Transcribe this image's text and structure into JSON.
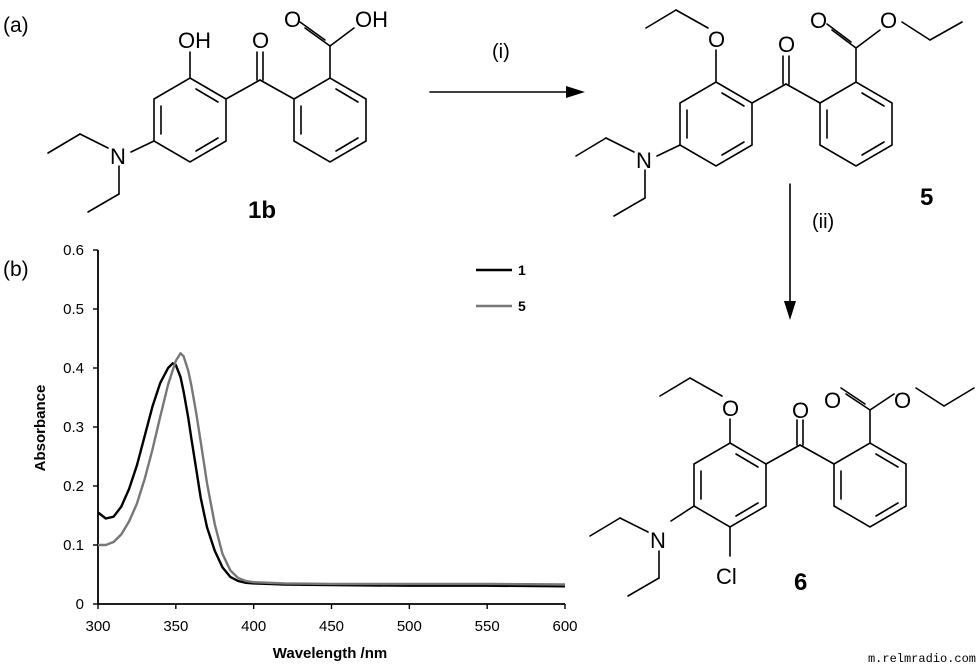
{
  "panels": {
    "a": "(a)",
    "b": "(b)"
  },
  "compounds": {
    "c1b": "1b",
    "c5": "5",
    "c6": "6"
  },
  "atoms": {
    "oh": "OH",
    "o": "O",
    "n": "N",
    "cl": "Cl"
  },
  "steps": {
    "i": "(i)",
    "ii": "(ii)"
  },
  "watermark": "m.relmradio.com",
  "chart_data": {
    "type": "line",
    "xlabel": "Wavelength /nm",
    "ylabel": "Absorbance",
    "xlim": [
      300,
      600
    ],
    "ylim": [
      0,
      0.6
    ],
    "xticks": [
      "300",
      "350",
      "400",
      "450",
      "500",
      "550",
      "600"
    ],
    "yticks": [
      "0",
      "0.1",
      "0.2",
      "0.3",
      "0.4",
      "0.5",
      "0.6"
    ],
    "legend_position": "top-right",
    "series": [
      {
        "name": "1",
        "color": "#000000",
        "x": [
          300,
          305,
          310,
          315,
          320,
          325,
          330,
          335,
          340,
          345,
          348,
          350,
          353,
          355,
          358,
          360,
          363,
          366,
          370,
          375,
          380,
          385,
          390,
          395,
          400,
          410,
          420,
          450,
          500,
          550,
          600
        ],
        "y": [
          0.155,
          0.145,
          0.148,
          0.165,
          0.195,
          0.235,
          0.285,
          0.335,
          0.375,
          0.4,
          0.408,
          0.405,
          0.385,
          0.36,
          0.315,
          0.28,
          0.23,
          0.18,
          0.13,
          0.09,
          0.062,
          0.046,
          0.039,
          0.036,
          0.035,
          0.034,
          0.033,
          0.032,
          0.031,
          0.031,
          0.03
        ]
      },
      {
        "name": "5",
        "color": "#777777",
        "x": [
          300,
          305,
          310,
          315,
          320,
          325,
          330,
          335,
          340,
          345,
          350,
          353,
          355,
          358,
          360,
          363,
          366,
          370,
          375,
          380,
          385,
          390,
          395,
          400,
          410,
          420,
          450,
          500,
          550,
          600
        ],
        "y": [
          0.1,
          0.1,
          0.105,
          0.118,
          0.14,
          0.17,
          0.212,
          0.262,
          0.318,
          0.372,
          0.412,
          0.425,
          0.42,
          0.395,
          0.37,
          0.325,
          0.275,
          0.205,
          0.135,
          0.085,
          0.057,
          0.044,
          0.039,
          0.037,
          0.036,
          0.035,
          0.034,
          0.034,
          0.034,
          0.033
        ]
      }
    ]
  }
}
